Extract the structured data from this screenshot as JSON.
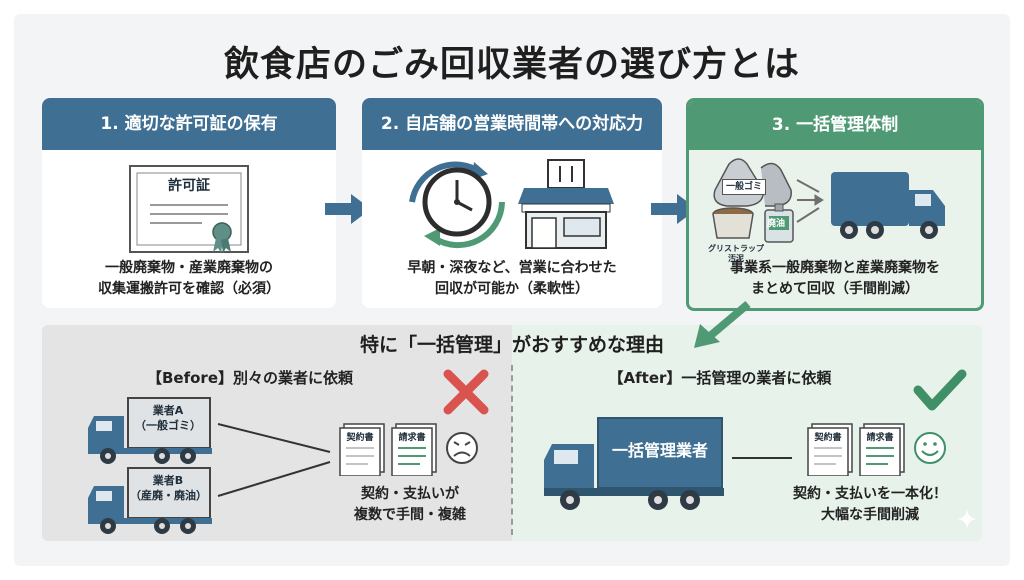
{
  "title": "飲食店のごみ回収業者の選び方とは",
  "cards": [
    {
      "heading": "1. 適切な許可証の保有",
      "certificate_label": "許可証",
      "description_line1": "一般廃棄物・産業廃棄物の",
      "description_line2": "収集運搬許可を確認（必須）"
    },
    {
      "heading": "2. 自店舗の営業時間帯への対応力",
      "description_line1": "早朝・深夜など、営業に合わせた",
      "description_line2": "回収が可能か（柔軟性）"
    },
    {
      "heading": "3. 一括管理体制",
      "bag_label": "一般ゴミ",
      "grease_label": "グリストラップ\n汚泥",
      "tank_label": "廃油",
      "description_line1": "事業系一般廃棄物と産業廃棄物を",
      "description_line2": "まとめて回収（手間削減）"
    }
  ],
  "reason_title": "特に「一括管理」がおすすめな理由",
  "before": {
    "label": "【Before】別々の業者に依頼",
    "truck_a_line1": "業者A",
    "truck_a_line2": "（一般ゴミ）",
    "truck_b_line1": "業者B",
    "truck_b_line2": "（産廃・廃油）",
    "doc1": "契約書",
    "doc2": "請求書",
    "note_line1": "契約・支払いが",
    "note_line2": "複数で手間・複雑"
  },
  "after": {
    "label": "【After】一括管理の業者に依頼",
    "truck_label": "一括管理業者",
    "doc1": "契約書",
    "doc2": "請求書",
    "note_line1": "契約・支払いを一本化！",
    "note_line2": "大幅な手間削減"
  },
  "colors": {
    "blue": "#3f6f92",
    "green": "#4f9a75",
    "red": "#d9534f",
    "check_green": "#3f8f67"
  }
}
